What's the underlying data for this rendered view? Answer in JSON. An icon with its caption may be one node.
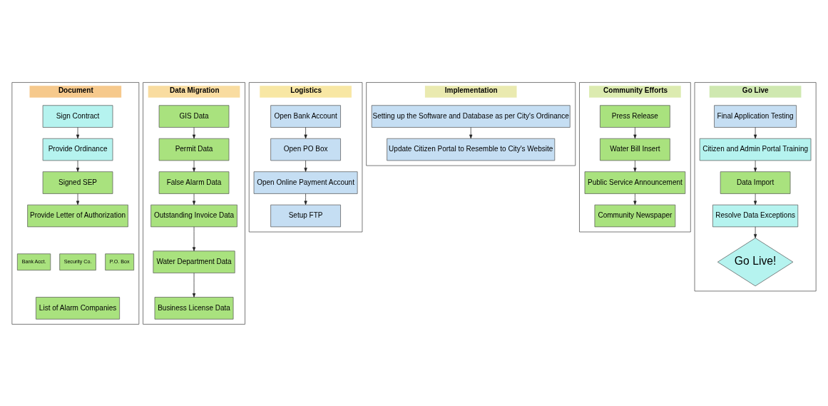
{
  "diagram": {
    "nodes": [
      {
        "text": [
          "Document"
        ]
      },
      {
        "text": [
          "Sign Contract"
        ],
        "in": 0
      },
      {
        "text": [
          "Provide Ordinance"
        ],
        "in": 0
      },
      {
        "text": [
          "Signed SEP"
        ],
        "in": 0
      },
      {
        "text": [
          "Provide Letter of Authorization"
        ],
        "in": 0
      },
      {
        "text": [
          "Bank Acct."
        ],
        "in": 0
      },
      {
        "text": [
          "Security Co."
        ],
        "in": 0
      },
      {
        "text": [
          "P.O. Box"
        ],
        "in": 0
      },
      {
        "text": [
          "List of Alarm Companies"
        ],
        "in": 0
      },
      {
        "text": [
          "Data Migration"
        ]
      },
      {
        "text": [
          "GIS Data"
        ],
        "in": 9
      },
      {
        "text": [
          "Permit Data"
        ],
        "in": 9
      },
      {
        "text": [
          "False Alarm Data"
        ],
        "in": 9
      },
      {
        "text": [
          "Outstanding Invoice Data"
        ],
        "in": 9
      },
      {
        "text": [
          "Water Department Data"
        ],
        "in": 9
      },
      {
        "text": [
          "Business License Data"
        ],
        "in": 9
      },
      {
        "text": [
          "Logistics"
        ]
      },
      {
        "text": [
          "Open Bank Account"
        ],
        "in": 16
      },
      {
        "text": [
          "Open PO Box"
        ],
        "in": 16
      },
      {
        "text": [
          "Open Online Payment Account"
        ],
        "in": 16
      },
      {
        "text": [
          "Setup FTP"
        ],
        "in": 16
      },
      {
        "text": [
          "Implementation"
        ]
      },
      {
        "text": [
          "Setting up the Software and Database as per City's Ordinance"
        ],
        "in": 21
      },
      {
        "text": [
          "Update Citizen Portal to Resemble to City's Website"
        ],
        "in": 21
      },
      {
        "text": [
          "Community Efforts"
        ]
      },
      {
        "text": [
          "Press Release"
        ],
        "in": 24
      },
      {
        "text": [
          "Water Bill Insert"
        ],
        "in": 24
      },
      {
        "text": [
          "Public Service Announcement"
        ],
        "in": 24
      },
      {
        "text": [
          "Community Newspaper"
        ],
        "in": 24
      },
      {
        "text": [
          "Go Live"
        ]
      },
      {
        "text": [
          "Final Application Testing"
        ],
        "in": 29
      },
      {
        "text": [
          "Citizen and Admin Portal Training"
        ],
        "in": 29
      },
      {
        "text": [
          "Data Import"
        ],
        "in": 29
      },
      {
        "text": [
          "Resolve Data Exceptions"
        ],
        "in": 29
      },
      {
        "text": [
          "Go Live!"
        ],
        "in": 29
      }
    ],
    "edges": [
      {
        "from": 1,
        "to": 2,
        "arrow": "to"
      },
      {
        "from": 2,
        "to": 3,
        "arrow": "to"
      },
      {
        "from": 3,
        "to": 4,
        "arrow": "to"
      },
      {
        "from": 10,
        "to": 11,
        "arrow": "to"
      },
      {
        "from": 11,
        "to": 12,
        "arrow": "to"
      },
      {
        "from": 12,
        "to": 13,
        "arrow": "to"
      },
      {
        "from": 13,
        "to": 14,
        "arrow": "to"
      },
      {
        "from": 14,
        "to": 15,
        "arrow": "to"
      },
      {
        "from": 17,
        "to": 18,
        "arrow": "to"
      },
      {
        "from": 18,
        "to": 19,
        "arrow": "to"
      },
      {
        "from": 19,
        "to": 20,
        "arrow": "to"
      },
      {
        "from": 22,
        "to": 23,
        "arrow": "to"
      },
      {
        "from": 25,
        "to": 26,
        "arrow": "to"
      },
      {
        "from": 26,
        "to": 27,
        "arrow": "to"
      },
      {
        "from": 27,
        "to": 28,
        "arrow": "to"
      },
      {
        "from": 30,
        "to": 31,
        "arrow": "to"
      },
      {
        "from": 31,
        "to": 32,
        "arrow": "to"
      },
      {
        "from": 32,
        "to": 33,
        "arrow": "to"
      },
      {
        "from": 33,
        "to": 34,
        "arrow": "to"
      }
    ]
  }
}
